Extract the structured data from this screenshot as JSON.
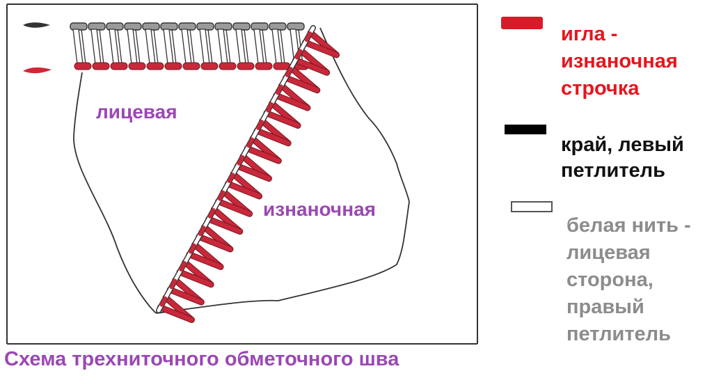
{
  "diagram": {
    "face_label": "лицевая",
    "back_label": "изнаночная",
    "caption": "Схема трехниточного обметочного шва",
    "colors": {
      "needle_thread": "#c8283a",
      "edge_thread": "#333333",
      "white_thread": "#ffffff",
      "label_purple": "#9b47b4"
    }
  },
  "legend": {
    "needle": {
      "lines": [
        "игла -",
        "изнаночная",
        "строчка"
      ],
      "color": "#e8141c",
      "swatch_color": "#d51d2a"
    },
    "edge": {
      "lines": [
        "край, левый",
        "петлитель"
      ],
      "color": "#111111",
      "swatch_color": "#000000"
    },
    "white": {
      "lines": [
        "белая нить -",
        "лицевая",
        "сторона,",
        "правый",
        "петлитель"
      ],
      "color": "#8c8c8c",
      "swatch_color": "#ffffff"
    }
  }
}
